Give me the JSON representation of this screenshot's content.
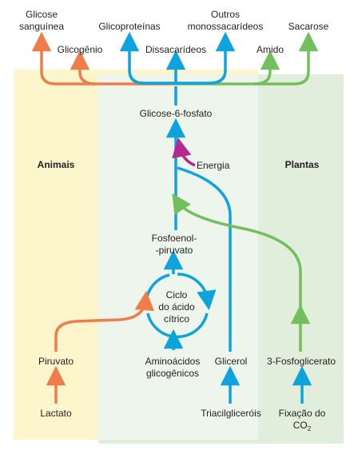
{
  "colors": {
    "blue": "#0ea3dd",
    "orange": "#ef7d4c",
    "green": "#73bf5e",
    "magenta": "#b5288d",
    "panel_yellow": "#fdf6cc",
    "panel_green": "#e0eedb",
    "panel_mid": "#eef5ec",
    "text": "#231f20"
  },
  "regions": {
    "animals": "Animais",
    "plants": "Plantas"
  },
  "top_labels": {
    "glicose_line1": "Glicose",
    "glicose_line2": "sanguínea",
    "glicogenio": "Glicogênio",
    "glicoproteinas": "Glicoproteínas",
    "dissacarideos": "Dissacarídeos",
    "outros_line1": "Outros",
    "outros_line2": "monossacarídeos",
    "amido": "Amido",
    "sacarose": "Sacarose"
  },
  "nodes": {
    "glicose6fosfato": "Glicose-6-fosfato",
    "energia": "Energia",
    "fosfoenol_line1": "Fosfoenol-",
    "fosfoenol_line2": "-piruvato",
    "ciclo_line1": "Ciclo",
    "ciclo_line2": "do ácido",
    "ciclo_line3": "cítrico",
    "piruvato": "Piruvato",
    "aminoacidos_line1": "Aminoácidos",
    "aminoacidos_line2": "glicogênicos",
    "glicerol": "Glicerol",
    "fosfoglicerato": "3-Fosfoglicerato",
    "lactato": "Lactato",
    "triacilgliceróis": "Triacilgliceróis",
    "fixacao_line1": "Fixação do",
    "fixacao_line2": "CO",
    "fixacao_sub": "2"
  }
}
